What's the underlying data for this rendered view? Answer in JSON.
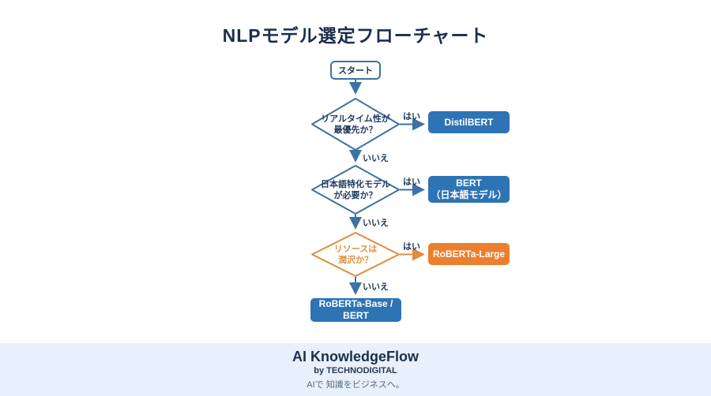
{
  "title": "NLPモデル選定フローチャート",
  "colors": {
    "navy_text": "#1b2e4b",
    "blue_line": "#3d72a4",
    "blue_box": "#2e74b5",
    "orange_line": "#e08b3e",
    "orange_box": "#ec7f2e",
    "orange_text": "#dc9243",
    "footer_bg": "#e8f1fb"
  },
  "flowchart": {
    "start": {
      "label": "スタート"
    },
    "decisions": [
      {
        "line1": "リアルタイム性が",
        "line2": "最優先か？",
        "yes": "はい",
        "no": "いいえ"
      },
      {
        "line1": "日本語特化モデル",
        "line2": "が必要か？",
        "yes": "はい",
        "no": "いいえ"
      },
      {
        "line1": "リソースは",
        "line2": "潤沢か？",
        "yes": "はい",
        "no": "いいえ"
      }
    ],
    "results": [
      {
        "label": "DistilBERT"
      },
      {
        "line1": "BERT",
        "line2": "（日本語モデル）"
      },
      {
        "label": "RoBERTa-Large"
      },
      {
        "label": "RoBERTa-Base / BERT"
      }
    ]
  },
  "footer": {
    "brand": "AI KnowledgeFlow",
    "byline": "by TECHNODIGITAL",
    "tagline": "AIで 知識をビジネスへ。"
  }
}
